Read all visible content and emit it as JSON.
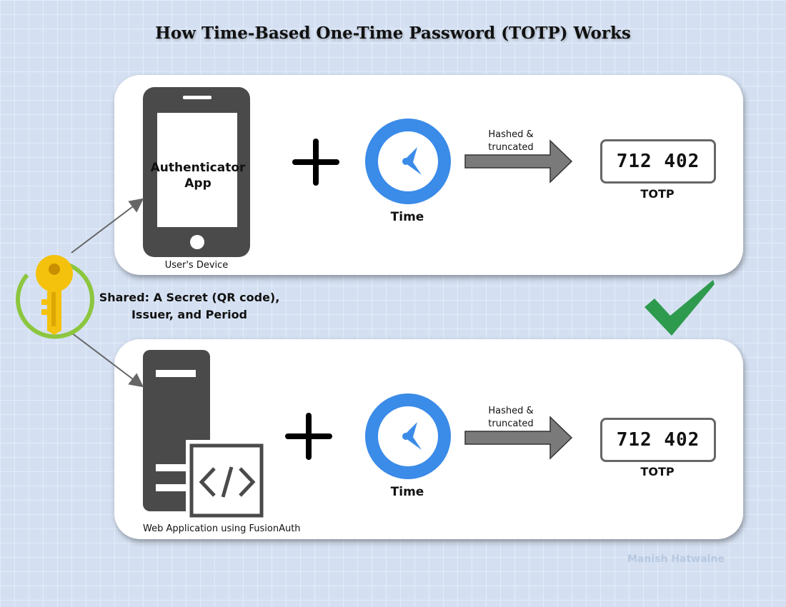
{
  "title": "How Time-Based One-Time Password (TOTP) Works",
  "top_panel": {
    "device_app_label": "Authenticator\nApp",
    "device_caption": "User's Device",
    "time_label": "Time",
    "arrow_label": "Hashed &\ntruncated",
    "totp_code": "712 402",
    "totp_label": "TOTP"
  },
  "bottom_panel": {
    "server_caption": "Web Application using FusionAuth",
    "time_label": "Time",
    "arrow_label": "Hashed &\ntruncated",
    "totp_code": "712 402",
    "totp_label": "TOTP"
  },
  "shared_label": "Shared: A Secret (QR code),\nIssuer, and Period",
  "watermark": "Manish Hatwalne",
  "colors": {
    "clock_blue": "#3b8be8",
    "device_gray": "#4a4a4a",
    "arrow_gray": "#7a7a7a",
    "key_yellow": "#f4c20d",
    "ring_green": "#8cc63f",
    "check_green": "#2e9a4e"
  },
  "icons": [
    "phone-icon",
    "plus-icon",
    "clock-icon",
    "arrow-right-icon",
    "key-icon",
    "checkmark-icon",
    "server-icon",
    "code-icon"
  ]
}
